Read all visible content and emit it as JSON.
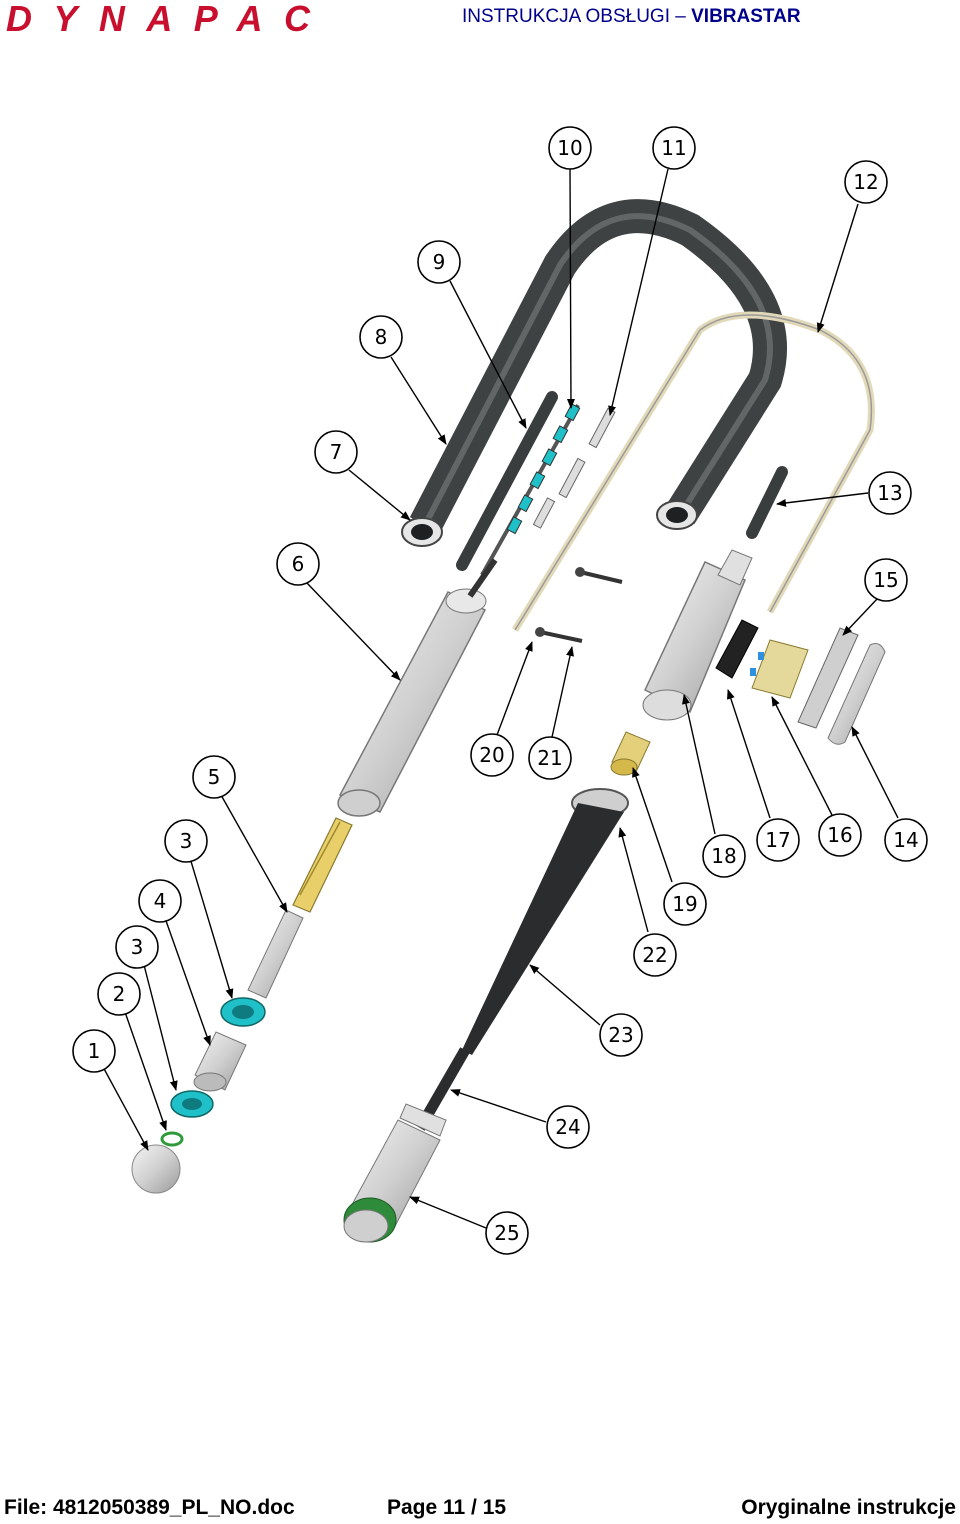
{
  "header": {
    "brand": "DYNAPAC",
    "title_prefix": "INSTRUKCJA OBSŁUGI – ",
    "title_product": "VIBRASTAR"
  },
  "diagram": {
    "callouts": [
      {
        "label": "1"
      },
      {
        "label": "2"
      },
      {
        "label": "3"
      },
      {
        "label": "4"
      },
      {
        "label": "3"
      },
      {
        "label": "5"
      },
      {
        "label": "6"
      },
      {
        "label": "7"
      },
      {
        "label": "8"
      },
      {
        "label": "9"
      },
      {
        "label": "10"
      },
      {
        "label": "11"
      },
      {
        "label": "12"
      },
      {
        "label": "13"
      },
      {
        "label": "15"
      },
      {
        "label": "14"
      },
      {
        "label": "16"
      },
      {
        "label": "17"
      },
      {
        "label": "18"
      },
      {
        "label": "19"
      },
      {
        "label": "20"
      },
      {
        "label": "21"
      },
      {
        "label": "22"
      },
      {
        "label": "23"
      },
      {
        "label": "24"
      },
      {
        "label": "25"
      }
    ]
  },
  "footer": {
    "file": "File: 4812050389_PL_NO.doc",
    "page": "Page 11 / 15",
    "note": "Oryginalne instrukcje"
  },
  "colors": {
    "brand_red": "#c8102e",
    "header_blue": "#00008b",
    "hose_dark": "#4a4d4e",
    "cyan_part": "#20c0c8",
    "brass": "#d4b84a",
    "green_cap": "#2e8b3a"
  }
}
